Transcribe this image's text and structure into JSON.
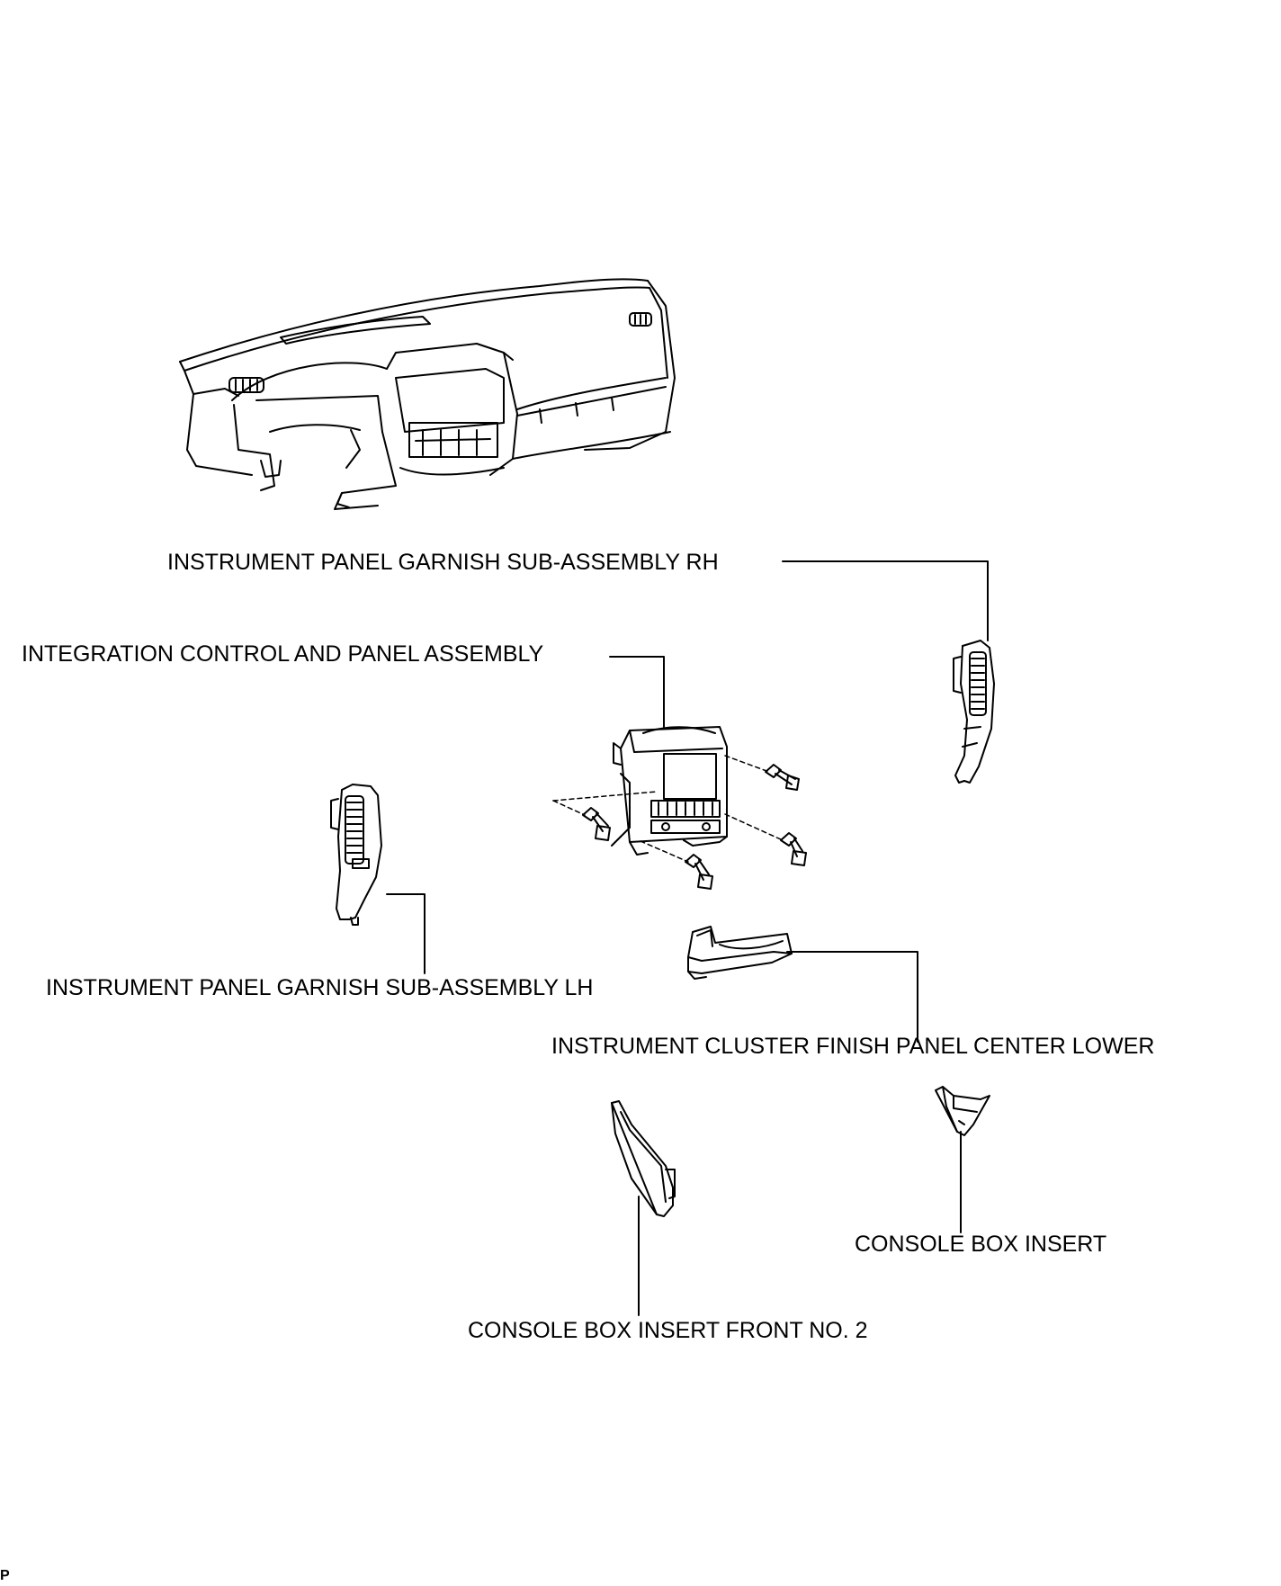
{
  "labels": {
    "garnish_rh": "INSTRUMENT PANEL GARNISH SUB-ASSEMBLY RH",
    "integration_control": "INTEGRATION CONTROL AND PANEL ASSEMBLY",
    "garnish_lh": "INSTRUMENT PANEL GARNISH SUB-ASSEMBLY LH",
    "cluster_finish_lower": "INSTRUMENT CLUSTER FINISH PANEL CENTER LOWER",
    "console_box_insert": "CONSOLE BOX INSERT",
    "console_box_insert_front": "CONSOLE BOX INSERT FRONT NO. 2"
  },
  "corner_mark": "P",
  "colors": {
    "line": "#000000",
    "background": "#ffffff"
  }
}
